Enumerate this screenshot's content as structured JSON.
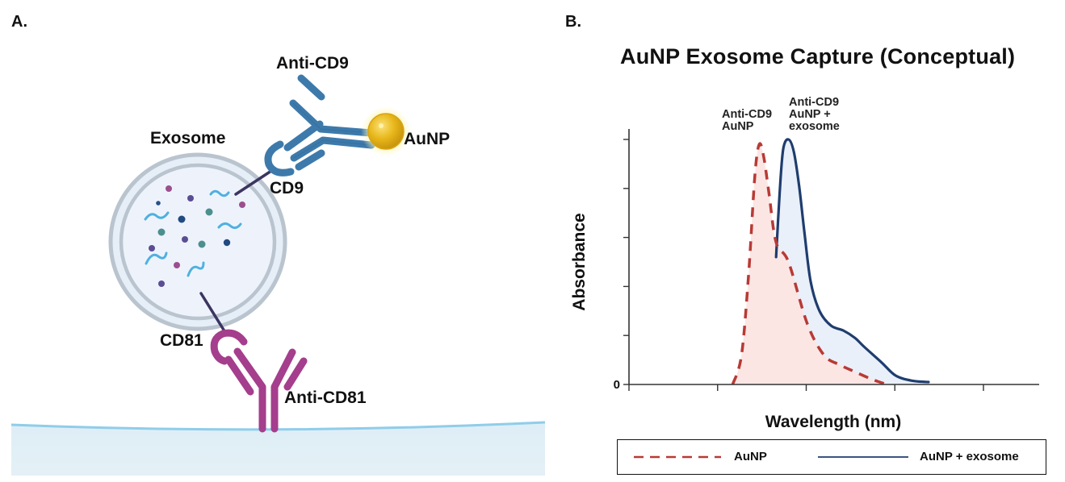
{
  "panel_a": {
    "label": "A.",
    "labels": {
      "anti_cd9": "Anti-CD9",
      "exosome": "Exosome",
      "aunp": "AuNP",
      "cd9": "CD9",
      "cd81": "CD81",
      "anti_cd81": "Anti-CD81"
    },
    "colors": {
      "anti_cd9": "#3d7aab",
      "anti_cd81": "#a53e8c",
      "aunp": "#e8b71a",
      "exosome_membrane": "#b8c4ce",
      "exosome_interior": "#eef3fa",
      "surface": "#e1eff6",
      "surface_line": "#8fcdea",
      "linker": "#3c3560"
    }
  },
  "panel_b": {
    "label": "B.",
    "legend": {
      "items": [
        {
          "label": "AuNP",
          "style": "dashed",
          "color": "#b83a35"
        },
        {
          "label": "AuNP + exosome",
          "style": "solid",
          "color": "#1f3d6e"
        }
      ]
    }
  },
  "chart_data": {
    "type": "line",
    "title": "AuNP Exosome Capture (Conceptual)",
    "xlabel": "Wavelength (nm)",
    "ylabel": "Absorbance",
    "x_ticks": [
      "",
      "",
      "",
      "",
      ""
    ],
    "y_ticks": [
      "0",
      "",
      "",
      "",
      "",
      ""
    ],
    "xlim": [
      0,
      4.63
    ],
    "ylim": [
      0,
      1.0
    ],
    "grid": false,
    "legend_position": "bottom",
    "annotations": [
      {
        "text": [
          "Anti-CD9",
          "AuNP"
        ],
        "series": "AuNP"
      },
      {
        "text": [
          "Anti-CD9",
          "AuNP +",
          "exosome"
        ],
        "series": "AuNP + exosome"
      }
    ],
    "series": [
      {
        "name": "AuNP",
        "style": "dashed",
        "color": "#b83a35",
        "fill": "#fbe6e4",
        "x": [
          1.17,
          1.27,
          1.35,
          1.42,
          1.47,
          1.52,
          1.58,
          1.66,
          1.8,
          2.01,
          2.2,
          2.38,
          2.56,
          2.75,
          2.91
        ],
        "y": [
          0.0,
          0.12,
          0.45,
          0.85,
          0.98,
          0.93,
          0.78,
          0.58,
          0.5,
          0.25,
          0.12,
          0.08,
          0.05,
          0.02,
          0.0
        ]
      },
      {
        "name": "AuNP + exosome",
        "style": "solid",
        "color": "#1f3d6e",
        "fill": "#e9f0fa",
        "x": [
          1.66,
          1.7,
          1.74,
          1.8,
          1.86,
          1.92,
          1.98,
          2.05,
          2.15,
          2.28,
          2.42,
          2.55,
          2.65,
          2.85,
          3.01,
          3.2,
          3.38
        ],
        "y": [
          0.52,
          0.78,
          0.96,
          1.0,
          0.95,
          0.81,
          0.62,
          0.42,
          0.3,
          0.24,
          0.22,
          0.19,
          0.155,
          0.09,
          0.036,
          0.015,
          0.01
        ]
      }
    ]
  }
}
